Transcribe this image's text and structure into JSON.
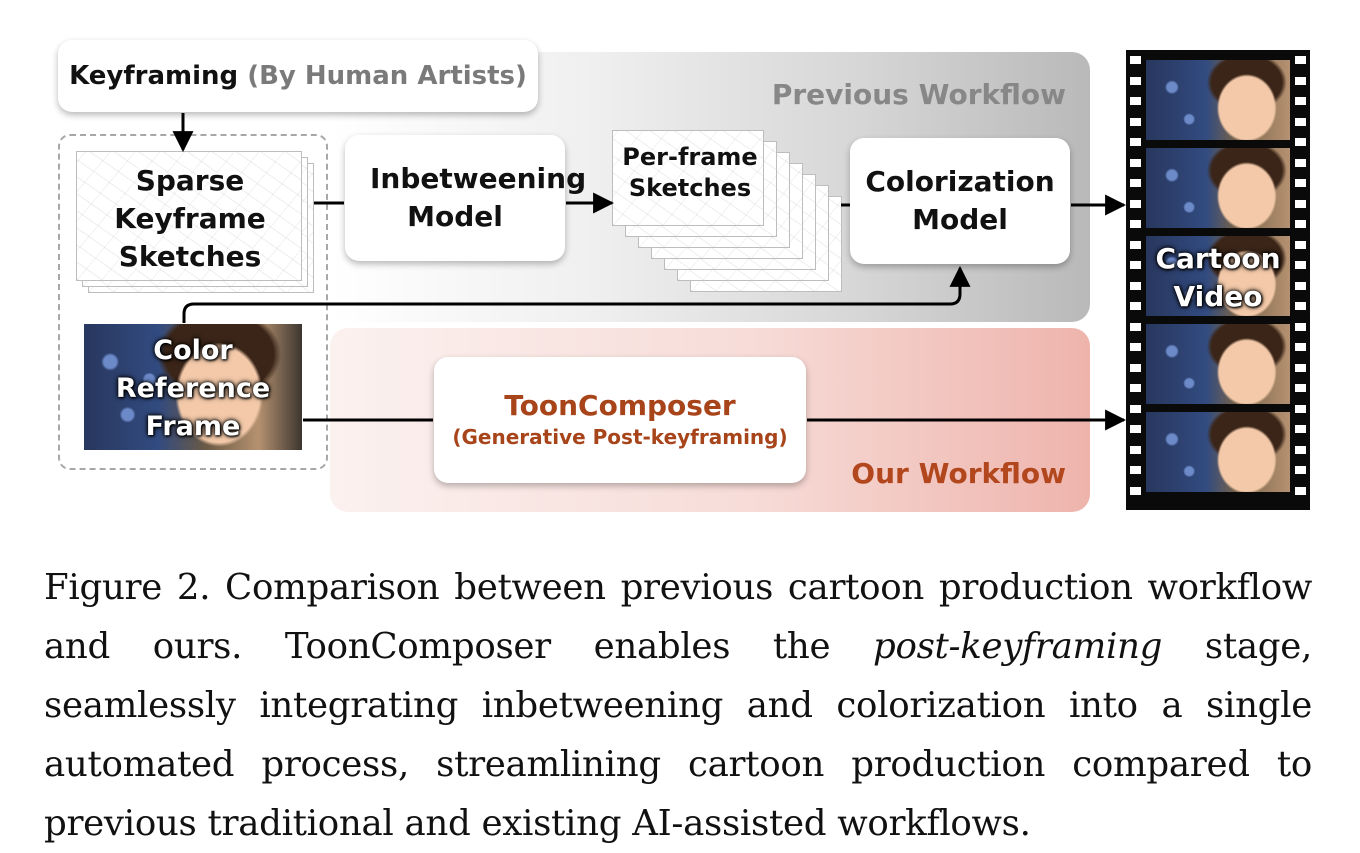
{
  "diagram": {
    "keyframing_main": "Keyframing",
    "keyframing_note": "(By Human Artists)",
    "previous_workflow": "Previous Workflow",
    "our_workflow": "Our Workflow",
    "sparse_sketches": "Sparse Keyframe Sketches",
    "color_reference": "Color Reference Frame",
    "inbetweening": "Inbetweening Model",
    "per_frame_sketches": "Per-frame Sketches",
    "colorization": "Colorization Model",
    "tooncomposer_name": "ToonComposer",
    "tooncomposer_sub": "(Generative Post-keyframing)",
    "cartoon_video": "Cartoon Video"
  },
  "caption": {
    "before_italic": "Figure 2. Comparison between previous cartoon production workflow and ours. ToonComposer enables the ",
    "italic": "post-keyframing",
    "after_italic": " stage, seamlessly integrating inbetweening and colorization into a single automated process, streamlining cartoon production compared to previous traditional and existing AI-assisted workflows."
  },
  "colors": {
    "our_accent": "#b2471d",
    "prev_accent": "#878787"
  }
}
